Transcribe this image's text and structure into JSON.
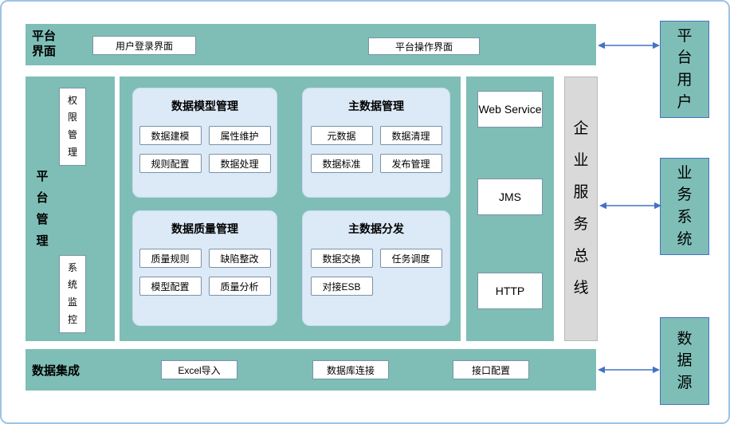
{
  "top_bar": {
    "label": "平台界面",
    "items": [
      "用户登录界面",
      "平台操作界面"
    ]
  },
  "left_bar": {
    "label": "平台管理",
    "items": [
      "权限管理",
      "系统监控"
    ]
  },
  "modules": [
    {
      "title": "数据模型管理",
      "items": [
        "数据建模",
        "属性维护",
        "规则配置",
        "数据处理"
      ]
    },
    {
      "title": "主数据管理",
      "items": [
        "元数据",
        "数据清理",
        "数据标准",
        "发布管理"
      ]
    },
    {
      "title": "数据质量管理",
      "items": [
        "质量规则",
        "缺陷整改",
        "模型配置",
        "质量分析"
      ]
    },
    {
      "title": "主数据分发",
      "items": [
        "数据交换",
        "任务调度",
        "对接ESB"
      ]
    }
  ],
  "services": [
    "Web Service",
    "JMS",
    "HTTP"
  ],
  "esb_label": "企业服务总线",
  "bottom_bar": {
    "label": "数据集成",
    "items": [
      "Excel导入",
      "数据库连接",
      "接口配置"
    ]
  },
  "external_boxes": [
    "平台用户",
    "业务系统",
    "数据源"
  ],
  "colors": {
    "teal": "#7EBEB6",
    "module_bg": "#DCE9F6",
    "esb_bg": "#D9D9D9",
    "arrow": "#4472C4",
    "outer_border": "#9DC3E6"
  }
}
